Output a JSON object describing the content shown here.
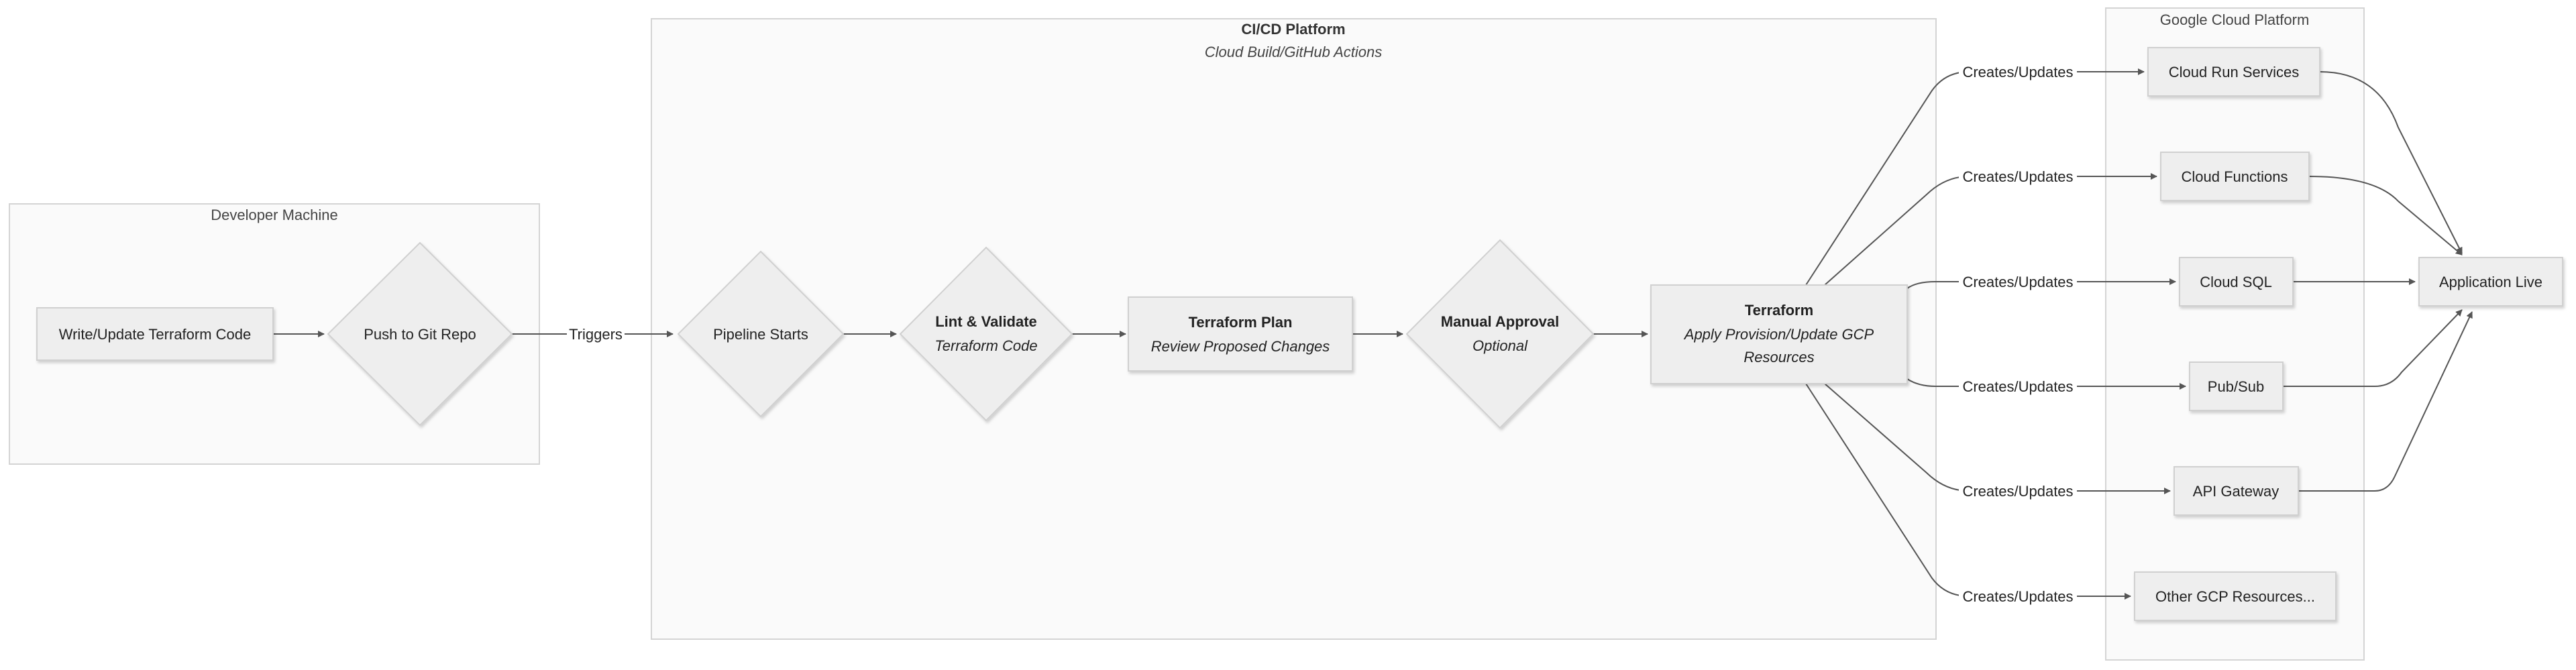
{
  "clusters": {
    "developer": {
      "title": "Developer Machine"
    },
    "cicd": {
      "title": "CI/CD Platform",
      "subtitle": "Cloud Build/GitHub Actions"
    },
    "gcp": {
      "title": "Google Cloud Platform"
    }
  },
  "nodes": {
    "write_code": {
      "label": "Write/Update Terraform Code"
    },
    "push_repo": {
      "label": "Push to Git Repo"
    },
    "pipeline_starts": {
      "label": "Pipeline Starts"
    },
    "lint": {
      "title": "Lint & Validate",
      "subtitle": "Terraform Code"
    },
    "plan": {
      "title": "Terraform Plan",
      "subtitle": "Review Proposed Changes"
    },
    "approval": {
      "title": "Manual Approval",
      "subtitle": "Optional"
    },
    "terraform": {
      "title": "Terraform",
      "subtitle_line1": "Apply Provision/Update GCP",
      "subtitle_line2": "Resources"
    },
    "cloud_run": {
      "label": "Cloud Run Services"
    },
    "cloud_functions": {
      "label": "Cloud Functions"
    },
    "cloud_sql": {
      "label": "Cloud SQL"
    },
    "pubsub": {
      "label": "Pub/Sub"
    },
    "api_gateway": {
      "label": "API Gateway"
    },
    "other": {
      "label": "Other GCP Resources..."
    },
    "app_live": {
      "label": "Application Live"
    }
  },
  "edges": {
    "triggers": "Triggers",
    "creates_updates": "Creates/Updates"
  },
  "colors": {
    "node_fill": "#eeeeee",
    "cluster_fill": "#fafafa",
    "edge": "#555555"
  }
}
